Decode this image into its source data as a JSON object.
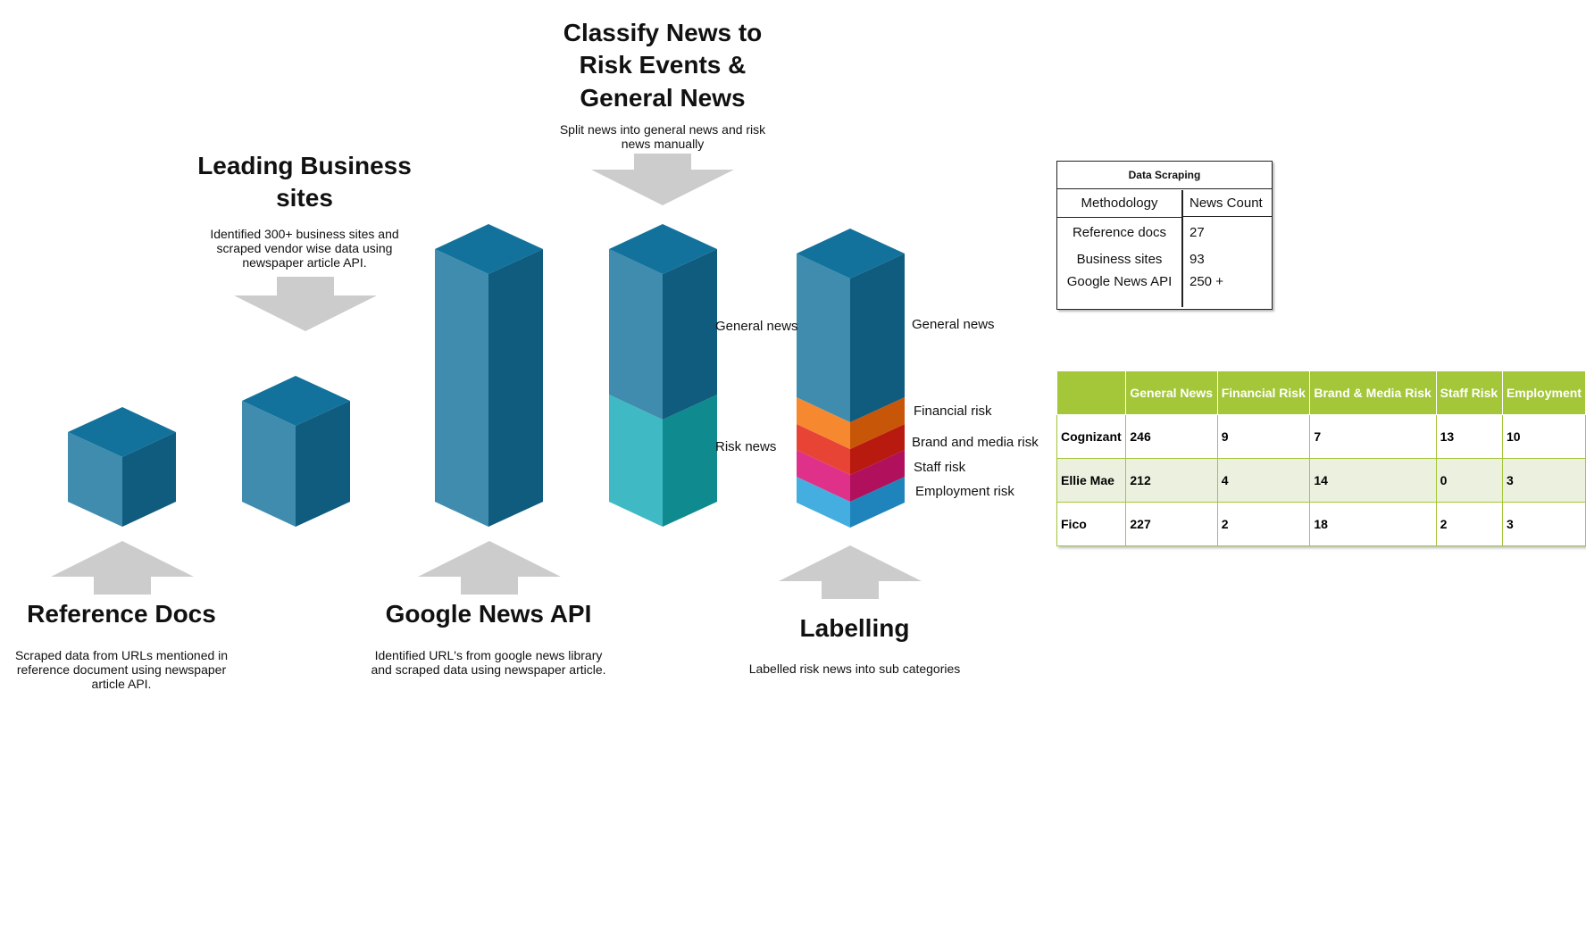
{
  "sections": {
    "reference_docs": {
      "title": "Reference Docs",
      "description": "Scraped data from URLs mentioned in reference document using newspaper article API."
    },
    "business_sites": {
      "title": "Leading Business sites",
      "description": "Identified 300+ business sites and scraped vendor wise data using newspaper article API."
    },
    "google_news": {
      "title": "Google News API",
      "description": "Identified URL's from google news library and scraped data using newspaper article."
    },
    "classify": {
      "title": "Classify News to Risk Events & General News",
      "description": "Split news into general news and risk news manually"
    },
    "labelling": {
      "title": "Labelling",
      "description": "Labelled risk news into sub categories"
    }
  },
  "block_labels": {
    "classify_general": "General news",
    "classify_risk": "Risk news",
    "label_general": "General news",
    "label_financial": "Financial risk",
    "label_brand": "Brand and media risk",
    "label_staff": "Staff risk",
    "label_employment": "Employment risk"
  },
  "data_scraping": {
    "title": "Data Scraping",
    "headers": [
      "Methodology",
      "News Count"
    ],
    "rows": [
      {
        "method": "Reference docs",
        "count": "27"
      },
      {
        "method": "Business sites",
        "count": "93"
      },
      {
        "method": "Google News API",
        "count": "250 +"
      }
    ]
  },
  "news_table": {
    "headers": [
      "",
      "General News",
      "Financial Risk",
      "Brand & Media Risk",
      "Staff Risk",
      "Employment"
    ],
    "rows": [
      [
        "Cognizant",
        "246",
        "9",
        "7",
        "13",
        "10"
      ],
      [
        "Ellie Mae",
        "212",
        "4",
        "14",
        "0",
        "3"
      ],
      [
        "Fico",
        "227",
        "2",
        "18",
        "2",
        "3"
      ]
    ]
  },
  "colors": {
    "cube_top": "#12729c",
    "cube_left": "#3f8caf",
    "cube_right": "#0f5c7e",
    "risk_left": "#3fbac5",
    "risk_right": "#0f8a8f",
    "financial": "#f6892f",
    "brand": "#e84436",
    "staff": "#df3189",
    "employment": "#45aee0",
    "arrow": "#cccccc",
    "table_header": "#a4c639",
    "table_alt_row": "#ebf1de"
  }
}
